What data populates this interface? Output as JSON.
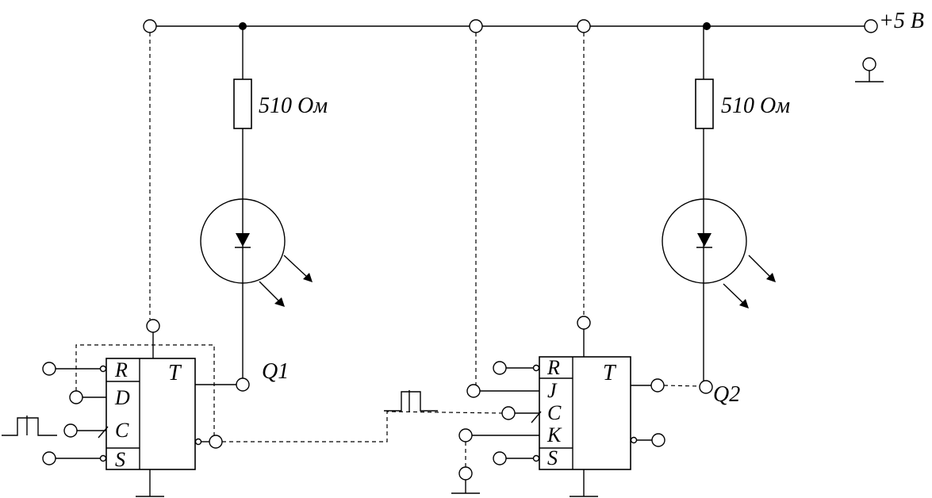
{
  "supply": {
    "label": "+5 В"
  },
  "resistors": [
    {
      "label": "510 Ом"
    },
    {
      "label": "510 Ом"
    }
  ],
  "ff1": {
    "type_label": "T",
    "pins": {
      "r": "R",
      "d": "D",
      "c": "C",
      "s": "S"
    },
    "output_label": "Q1"
  },
  "ff2": {
    "type_label": "T",
    "pins": {
      "r": "R",
      "j": "J",
      "c": "C",
      "k": "K",
      "s": "S"
    },
    "output_label": "Q2"
  }
}
